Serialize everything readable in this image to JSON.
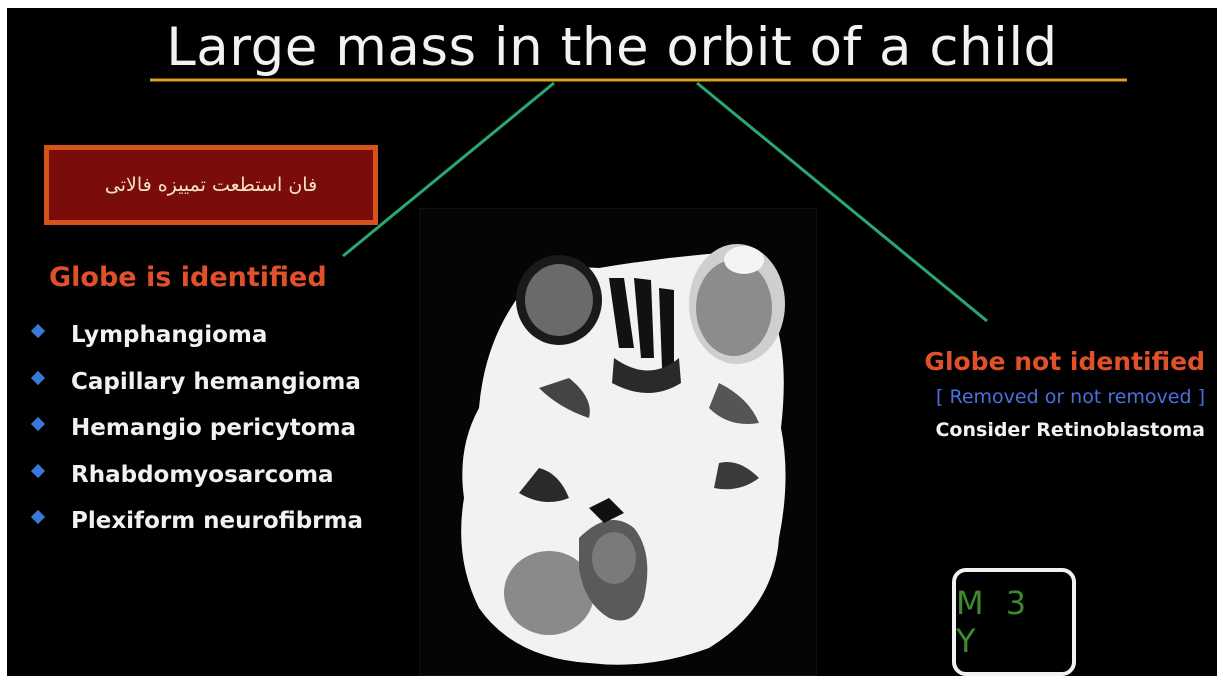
{
  "slide": {
    "title": "Large mass in the orbit of a child",
    "note_box_text": "فان استطعت تمييزه فالاتى",
    "left_branch": {
      "heading": "Globe is identified",
      "items": [
        "Lymphangioma",
        "Capillary hemangioma",
        "Hemangio pericytoma",
        "Rhabdomyosarcoma",
        "Plexiform neurofibrma"
      ]
    },
    "right_branch": {
      "heading": "Globe not identified",
      "subheading": "[ Removed or not removed ]",
      "consider": "Consider Retinoblastoma"
    },
    "logo": "M 3 Y"
  },
  "image": {
    "description_icon": "axial-ct-orbit-scan"
  },
  "colors": {
    "background": "#000000",
    "title_underline": "#d8a21a",
    "connector": "#2aa872",
    "heading_red": "#e0502a",
    "bullet_blue": "#3a78d8",
    "note_box_fill": "#7b0c0c",
    "note_box_border": "#d4541c",
    "logo_green": "#3d8a2a"
  }
}
